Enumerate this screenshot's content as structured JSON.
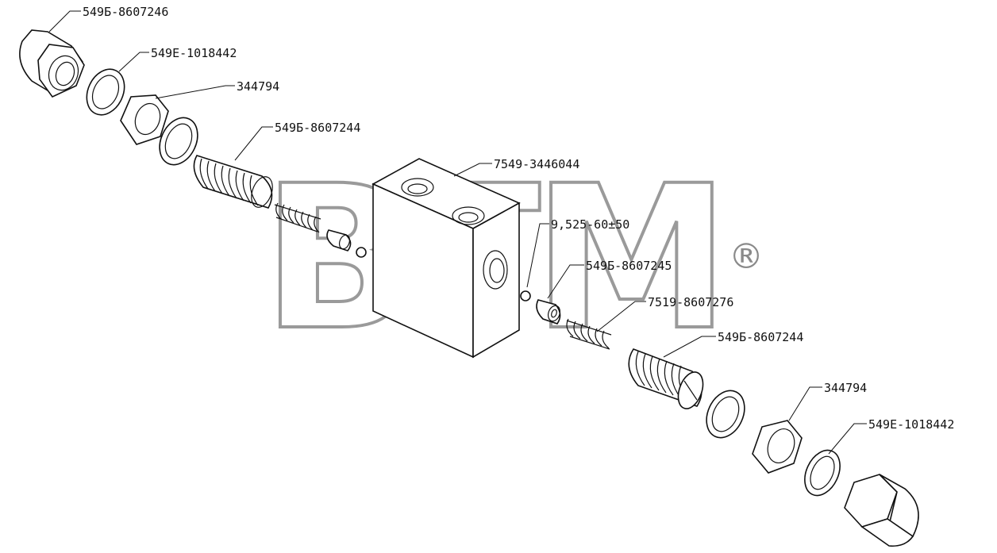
{
  "callouts": [
    {
      "id": "nut-cap-top",
      "text": "549Б-8607246"
    },
    {
      "id": "washer-top",
      "text": "549Е-1018442"
    },
    {
      "id": "nut-top",
      "text": "344794"
    },
    {
      "id": "screw-top",
      "text": "549Б-8607244"
    },
    {
      "id": "block",
      "text": "7549-3446044"
    },
    {
      "id": "ball",
      "text": "9,525-60±50"
    },
    {
      "id": "valve-bottom",
      "text": "549Б-8607245"
    },
    {
      "id": "spring-bottom",
      "text": "7519-8607276"
    },
    {
      "id": "screw-bottom",
      "text": "549Б-8607244"
    },
    {
      "id": "nut-bottom",
      "text": "344794"
    },
    {
      "id": "washer-bottom",
      "text": "549Е-1018442"
    }
  ],
  "watermark": {
    "text": "BTM",
    "registered": "®"
  },
  "colors": {
    "line": "#111111",
    "watermark": "#9a9a9a"
  }
}
